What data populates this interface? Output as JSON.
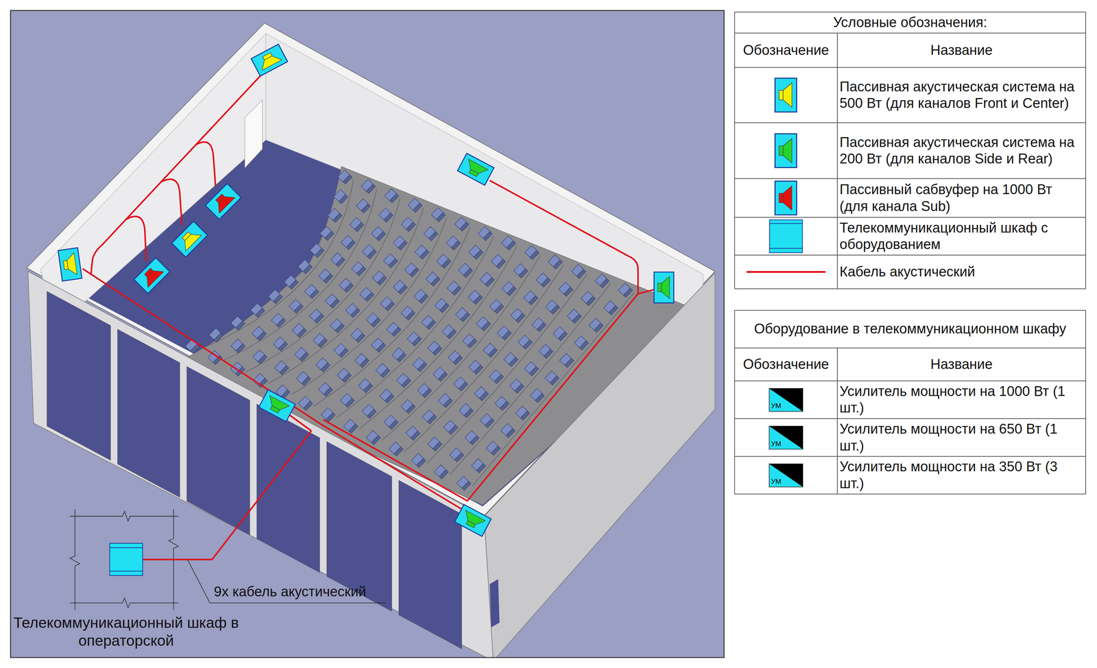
{
  "diagram": {
    "nodes": [
      {
        "text": [
          "Телекоммуникационный шкаф в операторской"
        ]
      }
    ],
    "labels": [
      "9х кабель акустический",
      "Условные обозначения:",
      "Обозначение",
      "Название",
      "Оборудование в телекоммуникационном шкафу",
      "Обозначение",
      "Название",
      "УМ",
      "Усилитель мощности на 1000 Вт (1 шт.)",
      "УМ",
      "Усилитель мощности на 650 Вт (1 шт.)",
      "УМ",
      "Усилитель мощности на 350 Вт (3 шт.)"
    ],
    "legend": [
      {
        "text": "Пассивная акустическая система на 500 Вт (для каналов Front и Center)"
      },
      {
        "text": "Пассивная акустическая система на 200 Вт (для каналов Side и Rear)"
      },
      {
        "text": "Пассивный сабвуфер на 1000 Вт (для канала Sub)"
      },
      {
        "text": "Телекоммуникационный шкаф с оборудованием"
      },
      {
        "text": "Кабель акустический"
      }
    ]
  }
}
